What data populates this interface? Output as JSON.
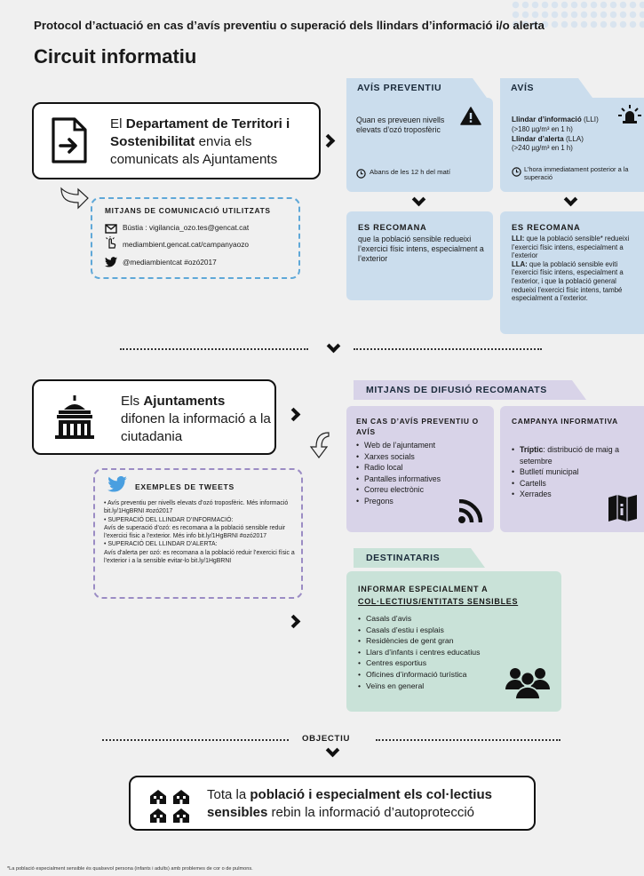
{
  "header": {
    "title": "Protocol d’actuació en cas d’avís preventiu o superació dels llindars d’informació i/o alerta",
    "subtitle": "Circuit informatiu"
  },
  "dept": {
    "p1": "El ",
    "b1": "Departament de Territori i Sostenibilitat",
    "p2": " envia els comunicats als Ajuntaments"
  },
  "means": {
    "title": "MITJANS DE COMUNICACIÓ UTILITZATS",
    "items": [
      "Bústia : vigilancia_ozo.tes@gencat.cat",
      "mediambient.gencat.cat/campanyaozo",
      "@mediambientcat #ozó2017"
    ]
  },
  "preventiu": {
    "tab": "AVÍS PREVENTIU",
    "text": "Quan es preveuen nivells elevats d’ozó troposfèric",
    "time": "Abans de les 12 h del matí",
    "rec_title": "ES RECOMANA",
    "rec_text": "que la població sensible redueixi l’exercici físic intens, especialment a l’exterior"
  },
  "avis": {
    "tab": "AVÍS",
    "lli_b": "Llindar d’informació",
    "lli_n": " (LLI)",
    "lli_v": "(>180 µg/m³ en 1 h)",
    "lla_b": "Llindar d’alerta",
    "lla_n": " (LLA)",
    "lla_v": "(>240 µg/m³ en 1 h)",
    "time": "L’hora immediatament posterior a la superació",
    "rec_title": "ES RECOMANA",
    "rec1_b": "LLI:",
    "rec1": " que la població sensible* redueixi l’exercici físic intens, especialment a l’exterior",
    "rec2_b": "LLA:",
    "rec2": " que la població sensible eviti l’exercici físic intens, especialment a l’exterior, i que la població general redueixi l’exercici físic intens, també especialment a l’exterior."
  },
  "ajunt": {
    "p1": "Els ",
    "b1": "Ajuntaments",
    "p2": " difonen la informació a la ciutadania"
  },
  "tweets": {
    "title": "EXEMPLES DE TWEETS",
    "t1": "Avís preventiu per nivells elevats d’ozó troposfèric. Més informació bit.ly/1HgBRNI #ozó2017",
    "t2h": "SUPERACIÓ DEL LLINDAR D’INFORMACIÓ:",
    "t2": "Avís de superació d’ozó: es recomana a la població sensible reduir l’exercici físic a l’exterior. Més info bit.ly/1HgBRNI #ozó2017",
    "t3h": "SUPERACIÓ DEL LLINDAR D’ALERTA:",
    "t3": "Avís d’alerta per ozó: es recomana a la població reduir l’exercici físic a l’exterior i a la sensible evitar-lo bit.ly/1HgBRNI"
  },
  "difusio": {
    "tab": "MITJANS DE DIFUSIÓ RECOMANATS",
    "left_title": "EN CAS D’AVÍS PREVENTIU O AVÍS",
    "left_items": [
      "Web de l’ajuntament",
      "Xarxes socials",
      "Radio local",
      "Pantalles informatives",
      "Correu electrònic",
      "Pregons"
    ],
    "right_title": "CAMPANYA INFORMATIVA",
    "right_b": "Tríptic",
    "right_first": ": distribució de maig a setembre",
    "right_items": [
      "Butlletí municipal",
      "Cartells",
      "Xerrades"
    ]
  },
  "dest": {
    "tab": "DESTINATARIS",
    "title1": "INFORMAR ESPECIALMENT A",
    "title2": "COL·LECTIUS/ENTITATS SENSIBLES",
    "items": [
      "Casals d’avis",
      "Casals d’estiu i esplais",
      "Residències de gent gran",
      "Llars d’infants i centres educatius",
      "Centres esportius",
      "Oficines d’informació turística",
      "Veïns en general"
    ]
  },
  "objectiu": {
    "label": "OBJECTIU",
    "p1": "Tota la ",
    "b1": "població i especialment els col·lectius sensibles",
    "p2": " rebin la informació d’autoprotecció"
  },
  "footnote": "*La població especialment sensible és qualsevol persona (infants i adults) amb problemes de cor o de pulmons.",
  "colors": {
    "blue": "#cbdded",
    "purple": "#d8d3e8",
    "green": "#c9e2d8",
    "dash_blue": "#5fa8d8",
    "dash_purple": "#9b8cc4"
  }
}
